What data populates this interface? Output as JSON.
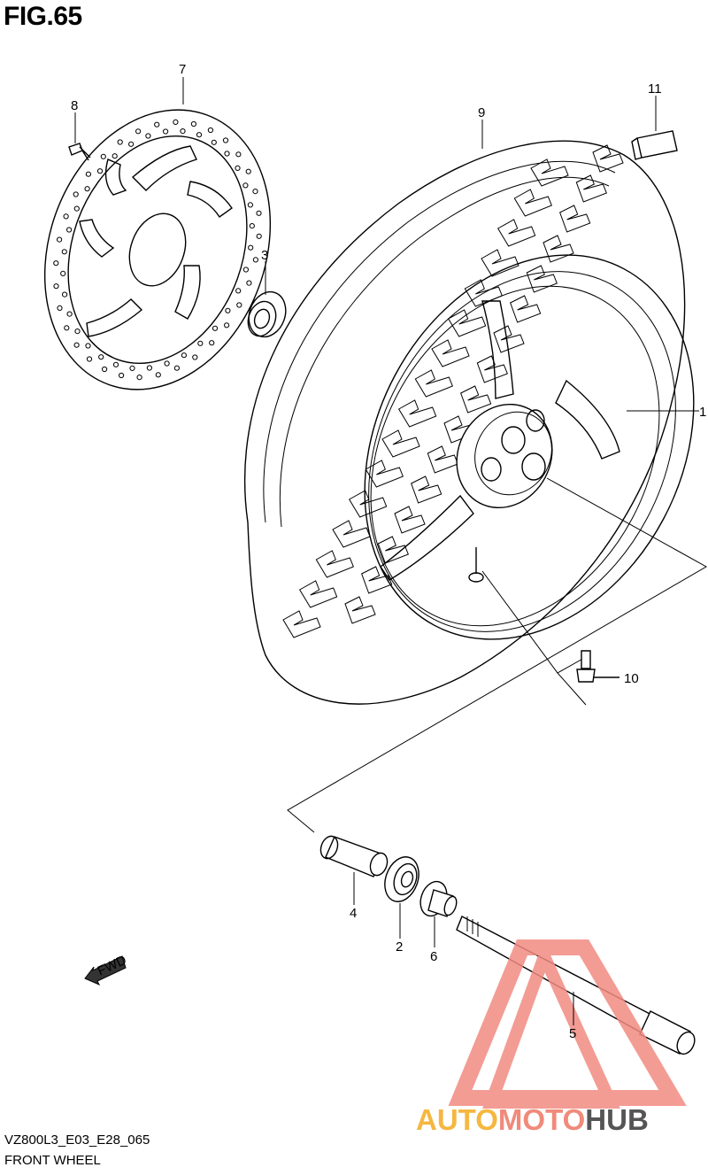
{
  "figure": {
    "title": "FIG.65",
    "code": "VZ800L3_E03_E28_065",
    "name": "FRONT WHEEL"
  },
  "callouts": [
    {
      "id": "1",
      "label": "1"
    },
    {
      "id": "2",
      "label": "2"
    },
    {
      "id": "3",
      "label": "3"
    },
    {
      "id": "4",
      "label": "4"
    },
    {
      "id": "5",
      "label": "5"
    },
    {
      "id": "6",
      "label": "6"
    },
    {
      "id": "7",
      "label": "7"
    },
    {
      "id": "8",
      "label": "8"
    },
    {
      "id": "9",
      "label": "9"
    },
    {
      "id": "10",
      "label": "10"
    },
    {
      "id": "11",
      "label": "11"
    }
  ],
  "arrow": {
    "label": "FWD"
  },
  "watermark": {
    "part1": "AUTO",
    "part2": "MOTO",
    "part3": "HUB",
    "color_primary": "#f5b740",
    "color_secondary": "#f08a7a",
    "color_tertiary": "#555555",
    "triangle_color": "#f28b82"
  }
}
